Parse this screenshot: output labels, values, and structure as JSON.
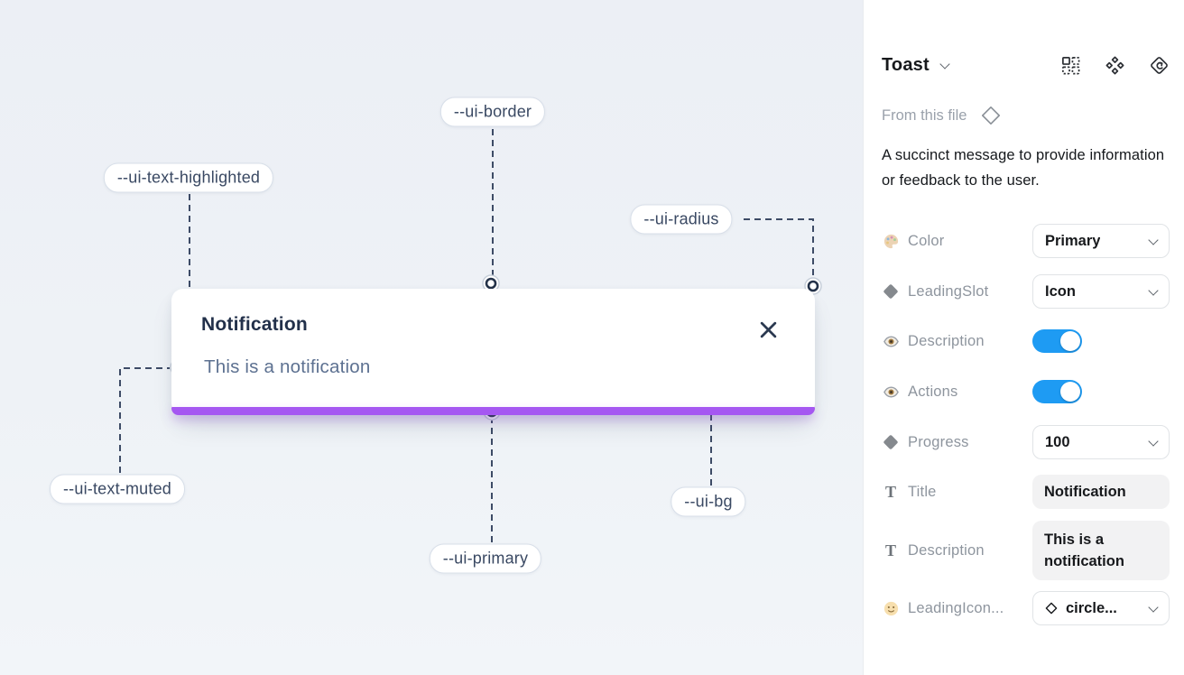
{
  "canvas": {
    "toast": {
      "title": "Notification",
      "description": "This is a notification"
    },
    "var_labels": {
      "border": "--ui-border",
      "text_highlighted": "--ui-text-highlighted",
      "radius": "--ui-radius",
      "text_muted": "--ui-text-muted",
      "primary": "--ui-primary",
      "bg": "--ui-bg"
    },
    "colors": {
      "primary_bar": "#a557f1",
      "canvas_bg": "#eef1f6",
      "connector": "#3d4b66"
    }
  },
  "panel": {
    "title": "Toast",
    "source_label": "From this file",
    "description": "A succinct message to provide information or feedback to the user.",
    "glyphs": {
      "text_prop": "T"
    },
    "colors": {
      "toggle_on": "#1e9bf3"
    },
    "rows": [
      {
        "label": "Color",
        "icon": "palette-icon",
        "control": "dropdown",
        "value": "Primary"
      },
      {
        "label": "LeadingSlot",
        "icon": "diamond-icon",
        "control": "dropdown",
        "value": "Icon"
      },
      {
        "label": "Description",
        "icon": "eye-icon",
        "control": "toggle",
        "value": "on"
      },
      {
        "label": "Actions",
        "icon": "eye-icon",
        "control": "toggle",
        "value": "on"
      },
      {
        "label": "Progress",
        "icon": "diamond-icon",
        "control": "dropdown",
        "value": "100"
      },
      {
        "label": "Title",
        "icon": "text-icon",
        "control": "textfield",
        "value": "Notification"
      },
      {
        "label": "Description",
        "icon": "text-icon",
        "control": "textfield",
        "value": "This is a notification"
      },
      {
        "label": "LeadingIcon...",
        "icon": "smiley-icon",
        "control": "dropdown-icon",
        "value": "circle..."
      }
    ]
  }
}
